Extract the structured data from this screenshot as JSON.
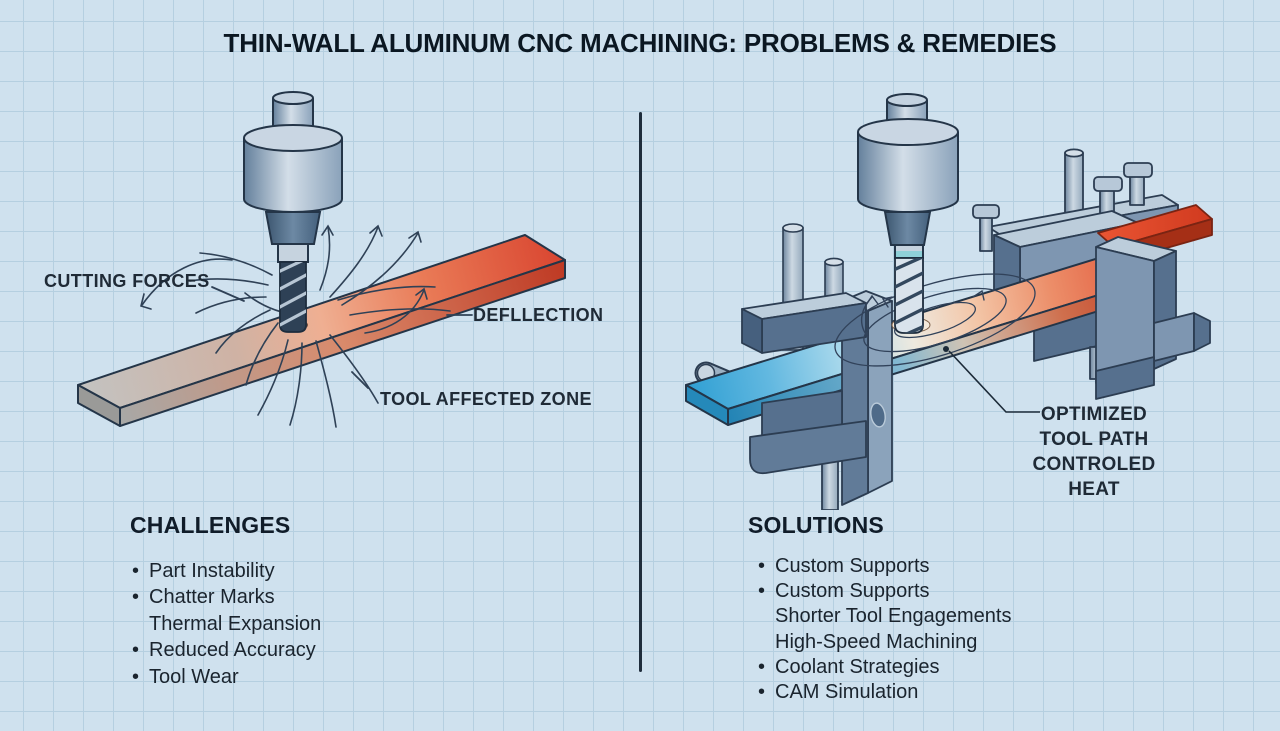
{
  "title": "THIN-WALL ALUMINUM CNC MACHINING: PROBLEMS & REMEDIES",
  "left_panel": {
    "labels": {
      "cutting_forces": "CUTTING FORCES",
      "deflection": "DEFLLECTION",
      "tool_affected_zone": "TOOL AFFECTED ZONE"
    },
    "list": {
      "heading": "CHALLENGES",
      "items": [
        {
          "text": "Part Instability",
          "bullet": true
        },
        {
          "text": "Chatter Marks",
          "bullet": true
        },
        {
          "text": "Thermal Expansion",
          "bullet": false
        },
        {
          "text": "Reduced Accuracy",
          "bullet": true
        },
        {
          "text": "Tool Wear",
          "bullet": true
        }
      ]
    }
  },
  "right_panel": {
    "labels": {
      "optimized_line1": "OPTIMIZED",
      "optimized_line2": "TOOL PATH",
      "optimized_line3": "CONTROLED HEAT"
    },
    "list": {
      "heading": "SOLUTIONS",
      "items": [
        {
          "text": "Custom Supports",
          "bullet": true
        },
        {
          "text": "Custom Supports",
          "bullet": true
        },
        {
          "text": "Shorter Tool Engagements",
          "bullet": false
        },
        {
          "text": "High-Speed Machining",
          "bullet": false
        },
        {
          "text": "Coolant Strategies",
          "bullet": true
        },
        {
          "text": "CAM Simulation",
          "bullet": true
        }
      ]
    }
  },
  "colors": {
    "background": "#cfe1ee",
    "grid_line": "#b5cfe0",
    "ink": "#1a2430",
    "metal_light": "#bccddb",
    "metal_mid": "#7e96b1",
    "metal_dark": "#56708e",
    "outline": "#2c3d52",
    "heat_red": "#d94830",
    "cool_blue": "#2f9fd3"
  }
}
